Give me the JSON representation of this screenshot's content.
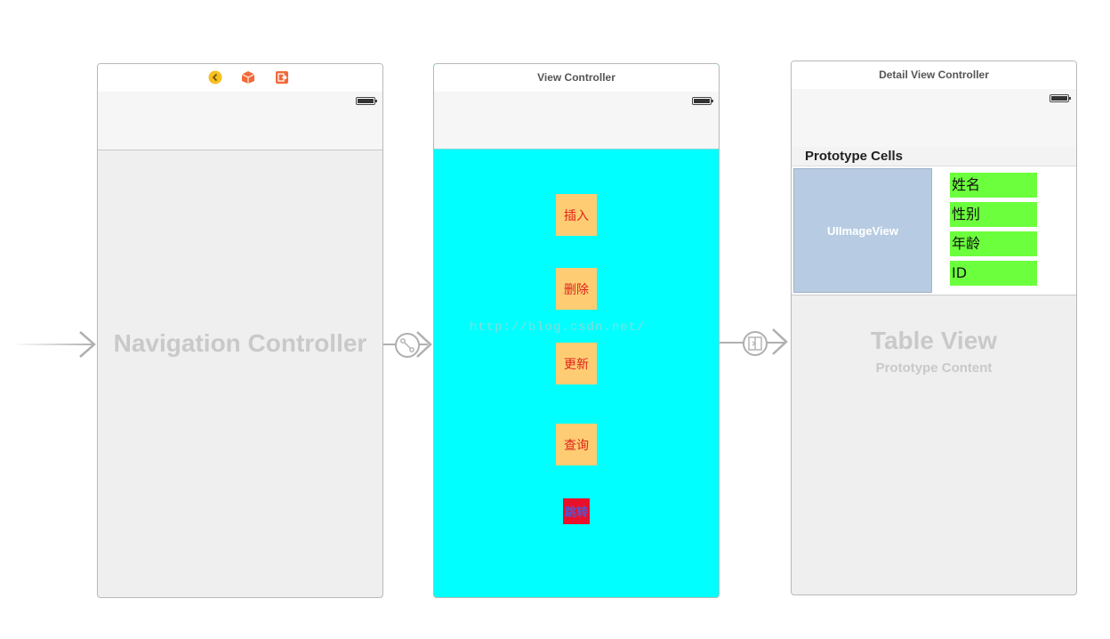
{
  "navigation_controller": {
    "title": "Navigation Controller",
    "header_icons": [
      "back-circle-icon",
      "cube-icon",
      "exit-icon"
    ]
  },
  "view_controller": {
    "header": "View Controller",
    "background": "#00ffff",
    "buttons": {
      "insert": "插入",
      "delete": "删除",
      "update": "更新",
      "query": "查询",
      "jump": "跳转"
    },
    "watermark": "http://blog.csdn.net/"
  },
  "detail_view_controller": {
    "header": "Detail View Controller",
    "prototype_cells_label": "Prototype Cells",
    "image_view_label": "UIImageView",
    "fields": {
      "name": "姓名",
      "gender": "性别",
      "age": "年龄",
      "id": "ID"
    },
    "table_view_title": "Table View",
    "table_view_subtitle": "Prototype Content"
  },
  "colors": {
    "button_bg": "#fdcc73",
    "button_text": "#e0241b",
    "jump_bg": "#e8102a",
    "jump_text": "#4b5ad8",
    "field_bg": "#6cff3d",
    "image_view_bg": "#b7cce2"
  }
}
